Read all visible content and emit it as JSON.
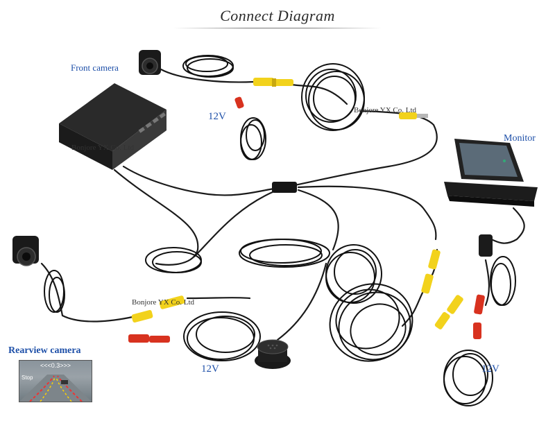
{
  "title": "Connect Diagram",
  "labels": {
    "front_camera": "Front camera",
    "monitor": "Monitor",
    "rearview_camera": "Rearview camera",
    "power_top": "12V",
    "power_mid": "12V",
    "power_right": "12V"
  },
  "watermarks": {
    "control_box": "Bonjore YX Co. Ltd",
    "cable_top": "Bonjore YX Co. Ltd",
    "cable_bottom": "Bonjore YX Co. Ltd"
  },
  "rearview_screen": {
    "top_text": "<<<0.3>>>",
    "left_text": "Stop"
  },
  "colors": {
    "label_blue": "#1d4fa8",
    "cable": "#1a1a1a",
    "rca_yellow": "#f2d21c",
    "rca_red": "#d8321f"
  }
}
